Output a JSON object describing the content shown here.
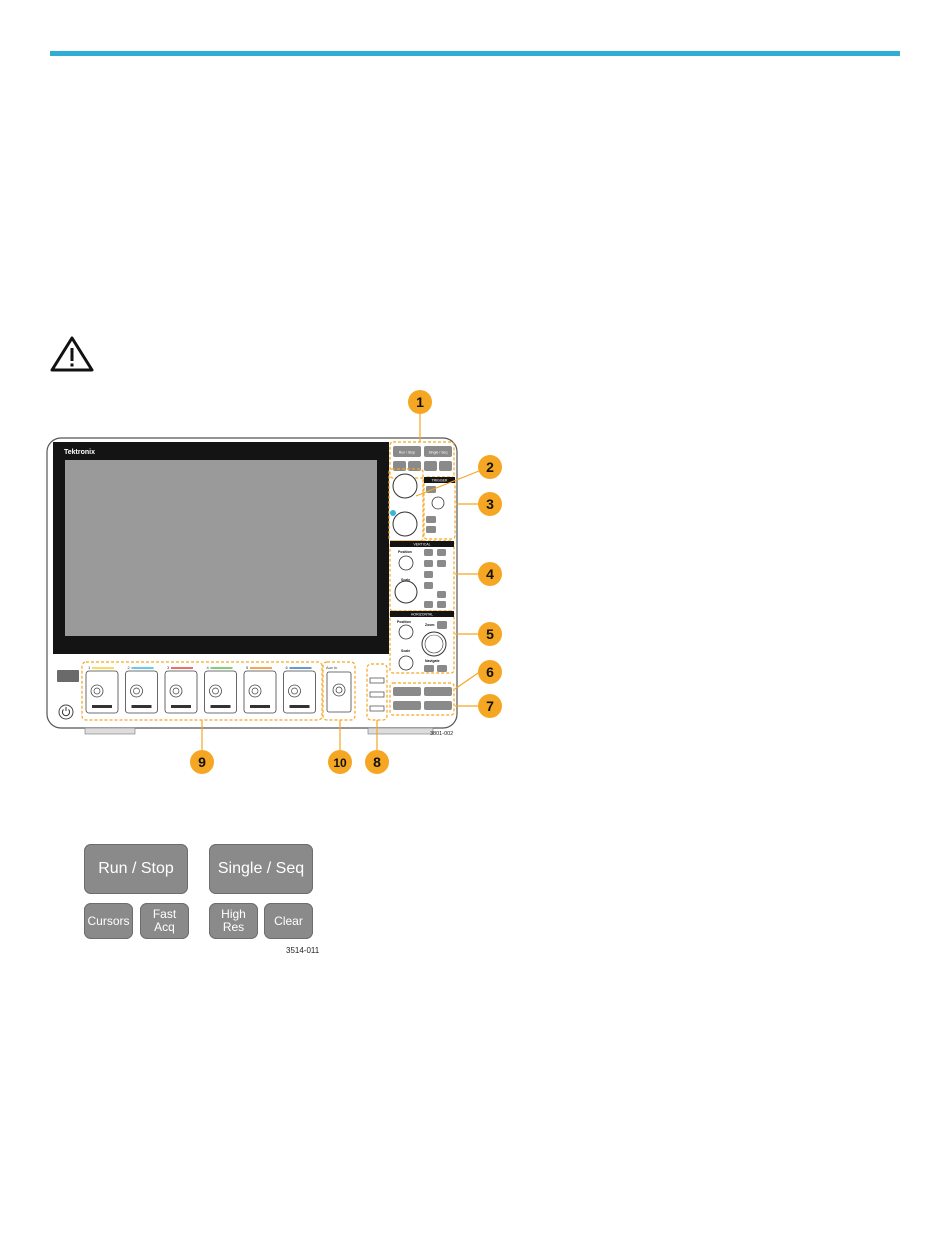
{
  "accent_color": "#2eaed2",
  "callout_color": "#f5a623",
  "warning_icon": "warning-triangle-icon",
  "front_panel": {
    "brand": "Tektronix",
    "callouts": [
      "1",
      "2",
      "3",
      "4",
      "5",
      "6",
      "7",
      "8",
      "9",
      "10"
    ],
    "figure_id": "3801-002",
    "sections": {
      "trigger": "TRIGGER",
      "vertical": "VERTICAL",
      "horizontal": "HORIZONTAL"
    },
    "knob_labels": {
      "position": "Position",
      "scale": "Scale",
      "zoom": "Zoom",
      "navigate": "Navigate"
    },
    "channels": [
      "1",
      "2",
      "3",
      "4",
      "5",
      "6"
    ],
    "channel_colors": [
      "#f2d330",
      "#37b7e0",
      "#e0413c",
      "#5cbc4a",
      "#f08a24",
      "#3b74c4"
    ],
    "aux_in": "Aux In",
    "top_buttons": [
      "Run / Stop",
      "Single / Seq"
    ]
  },
  "acquisition_panel": {
    "run_stop": "Run / Stop",
    "single_seq": "Single / Seq",
    "cursors": "Cursors",
    "fast_acq": "Fast\nAcq",
    "high_res": "High\nRes",
    "clear": "Clear",
    "figure_id": "3514-011"
  }
}
